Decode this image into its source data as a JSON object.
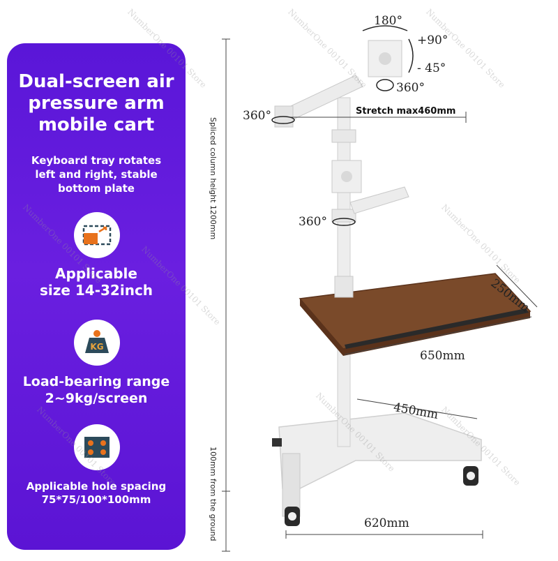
{
  "panel": {
    "title_lines": [
      "Dual-screen air",
      "pressure arm",
      "mobile cart"
    ],
    "subtitle_lines": [
      "Keyboard tray rotates",
      "left and right, stable",
      "bottom plate"
    ],
    "features": [
      {
        "icon": "screen-size-icon",
        "lines": [
          "Applicable",
          "size 14-32inch"
        ]
      },
      {
        "icon": "kg-weight-icon",
        "lines": [
          "Load-bearing range",
          "2~9kg/screen"
        ]
      },
      {
        "icon": "vesa-holes-icon",
        "lines": [
          "Applicable hole spacing",
          "75*75/100*100mm"
        ]
      }
    ],
    "colors": {
      "background": "#5a16d8",
      "accent": "#e8721c",
      "icon_dark": "#2c4a5a"
    }
  },
  "product": {
    "labels": {
      "rotate_top": "180°",
      "tilt_up": "+90°",
      "tilt_down": "- 45°",
      "rotate_mount": "360°",
      "rotate_upper_arm": "360°",
      "rotate_lower_arm": "360°",
      "stretch": "Stretch max460mm",
      "column_height": "Spliced column height 1200mm",
      "ground_clearance": "100mm from the ground",
      "tray_depth": "250mm",
      "tray_width": "650mm",
      "base_arm": "450mm",
      "base_width": "620mm"
    },
    "colors": {
      "wood": "#7a4a2a",
      "wood_dark": "#5a321b",
      "metal": "#ececec",
      "metal_shadow": "#c9c9c9"
    }
  },
  "watermark": "NumberOne 00101 Store"
}
